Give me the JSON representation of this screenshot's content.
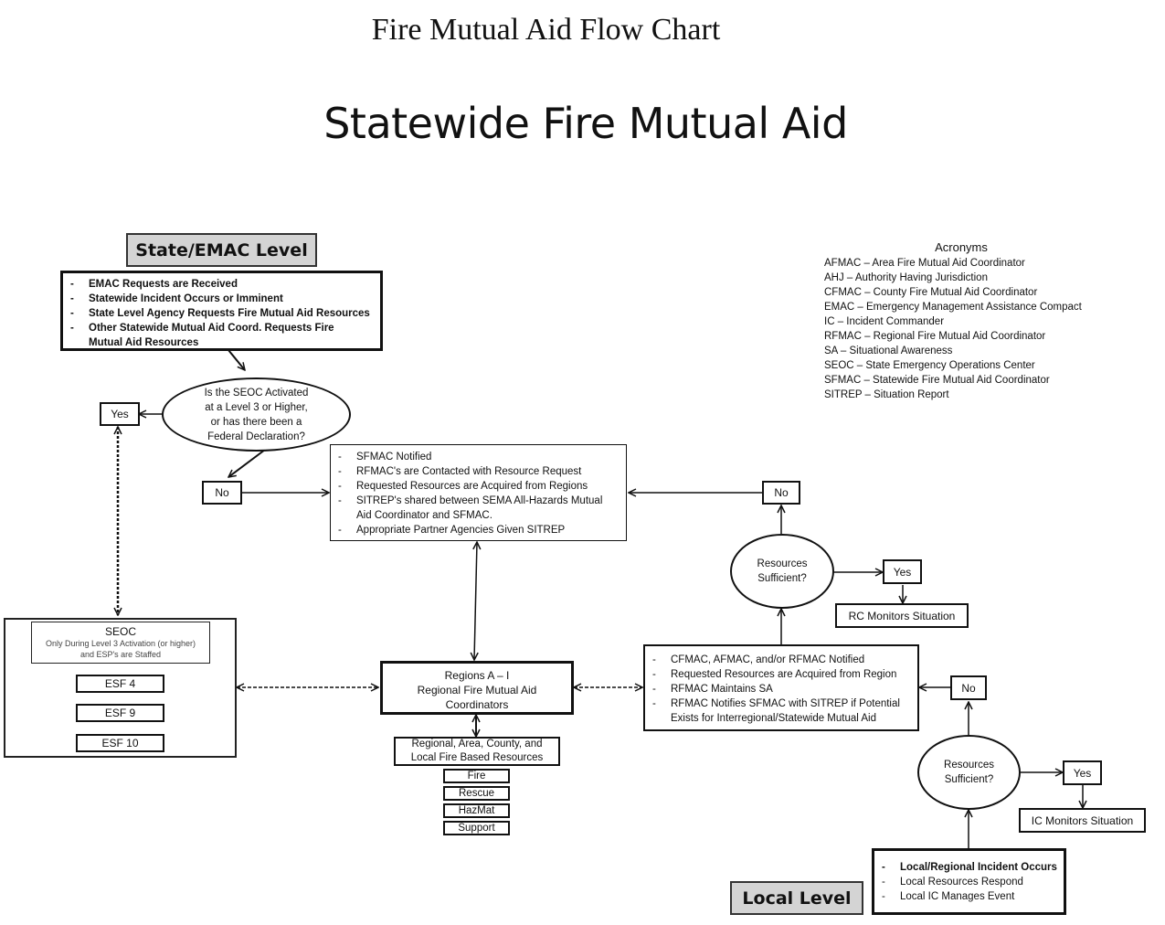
{
  "header": {
    "doc_title": "Fire Mutual Aid Flow Chart",
    "main_title": "Statewide Fire Mutual Aid"
  },
  "state_level": {
    "label": "State/EMAC Level",
    "triggers": [
      "EMAC Requests are Received",
      "Statewide Incident Occurs or Imminent",
      "State Level Agency Requests Fire Mutual Aid Resources",
      "Other Statewide Mutual Aid Coord. Requests Fire Mutual Aid Resources"
    ],
    "decision": "Is the SEOC Activated at a Level 3 or Higher, or has there been a Federal Declaration?",
    "yes_label": "Yes",
    "no_label": "No"
  },
  "sfmac_box": {
    "items": [
      "SFMAC Notified",
      "RFMAC's are Contacted with Resource Request",
      "Requested Resources are Acquired from Regions",
      "SITREP's shared between SEMA All-Hazards Mutual Aid Coordinator and SFMAC.",
      "Appropriate Partner Agencies Given SITREP"
    ]
  },
  "seoc": {
    "title": "SEOC",
    "note": "Only During Level 3 Activation (or higher) and ESP's are Staffed",
    "esf": [
      "ESF 4",
      "ESF 9",
      "ESF 10"
    ]
  },
  "regions": {
    "line1": "Regions A – I",
    "line2": "Regional Fire Mutual Aid Coordinators",
    "resources_title": "Regional, Area, County, and Local Fire Based Resources",
    "resource_types": [
      "Fire",
      "Rescue",
      "HazMat",
      "Support"
    ]
  },
  "regional_box": {
    "items": [
      "CFMAC, AFMAC, and/or RFMAC Notified",
      "Requested Resources are Acquired from Region",
      "RFMAC Maintains SA",
      "RFMAC Notifies SFMAC with SITREP if Potential Exists for Interregional/Statewide Mutual Aid"
    ]
  },
  "regional_decision": {
    "question": "Resources Sufficient?",
    "yes_label": "Yes",
    "no_label": "No",
    "outcome": "RC Monitors Situation"
  },
  "local_decision": {
    "question": "Resources Sufficient?",
    "yes_label": "Yes",
    "no_label": "No",
    "outcome": "IC Monitors Situation"
  },
  "local_level": {
    "label": "Local Level",
    "items": [
      "Local/Regional Incident Occurs",
      "Local Resources Respond",
      "Local IC Manages Event"
    ]
  },
  "acronyms": {
    "title": "Acronyms",
    "items": [
      "AFMAC – Area Fire Mutual Aid Coordinator",
      "AHJ – Authority Having Jurisdiction",
      "CFMAC – County Fire Mutual Aid Coordinator",
      "EMAC – Emergency Management Assistance Compact",
      "IC – Incident Commander",
      "RFMAC – Regional Fire Mutual Aid Coordinator",
      "SA – Situational Awareness",
      "SEOC – State Emergency Operations Center",
      "SFMAC – Statewide Fire Mutual Aid Coordinator",
      "SITREP – Situation Report"
    ]
  }
}
